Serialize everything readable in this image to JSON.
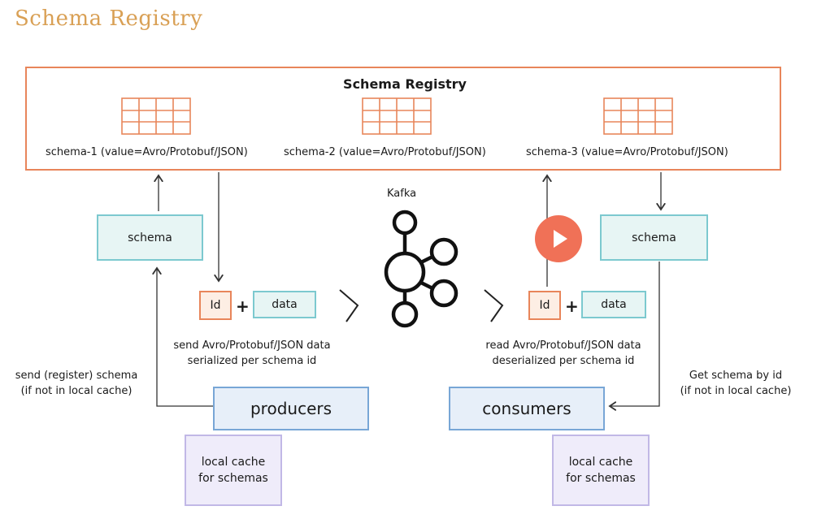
{
  "page_title": "Schema Registry",
  "registry": {
    "title": "Schema Registry",
    "schemas": [
      "schema-1 (value=Avro/Protobuf/JSON)",
      "schema-2 (value=Avro/Protobuf/JSON)",
      "schema-3 (value=Avro/Protobuf/JSON)"
    ]
  },
  "kafka": {
    "label": "Kafka"
  },
  "producer_side": {
    "schema_box": "schema",
    "id_box": "Id",
    "plus": "+",
    "data_box": "data",
    "send_data_note_line1": "send Avro/Protobuf/JSON data",
    "send_data_note_line2": "serialized per schema id",
    "register_note_line1": "send (register) schema",
    "register_note_line2": "(if not in local cache)",
    "producers_label": "producers",
    "cache_line1": "local cache",
    "cache_line2": "for schemas"
  },
  "consumer_side": {
    "schema_box": "schema",
    "id_box": "Id",
    "plus": "+",
    "data_box": "data",
    "read_data_note_line1": "read Avro/Protobuf/JSON data",
    "read_data_note_line2": "deserialized per schema id",
    "get_note_line1": "Get schema by id",
    "get_note_line2": "(if not in local cache)",
    "consumers_label": "consumers",
    "cache_line1": "local cache",
    "cache_line2": "for schemas"
  },
  "colors": {
    "title_gold": "#d9a055",
    "orange": "#e8855a",
    "teal": "#7cc9cf",
    "blue": "#78a6d6",
    "purple": "#c1b8e6",
    "play": "#f07157"
  },
  "icons": [
    "table-icon",
    "kafka-icon",
    "chevron-right-icon",
    "play-icon"
  ]
}
